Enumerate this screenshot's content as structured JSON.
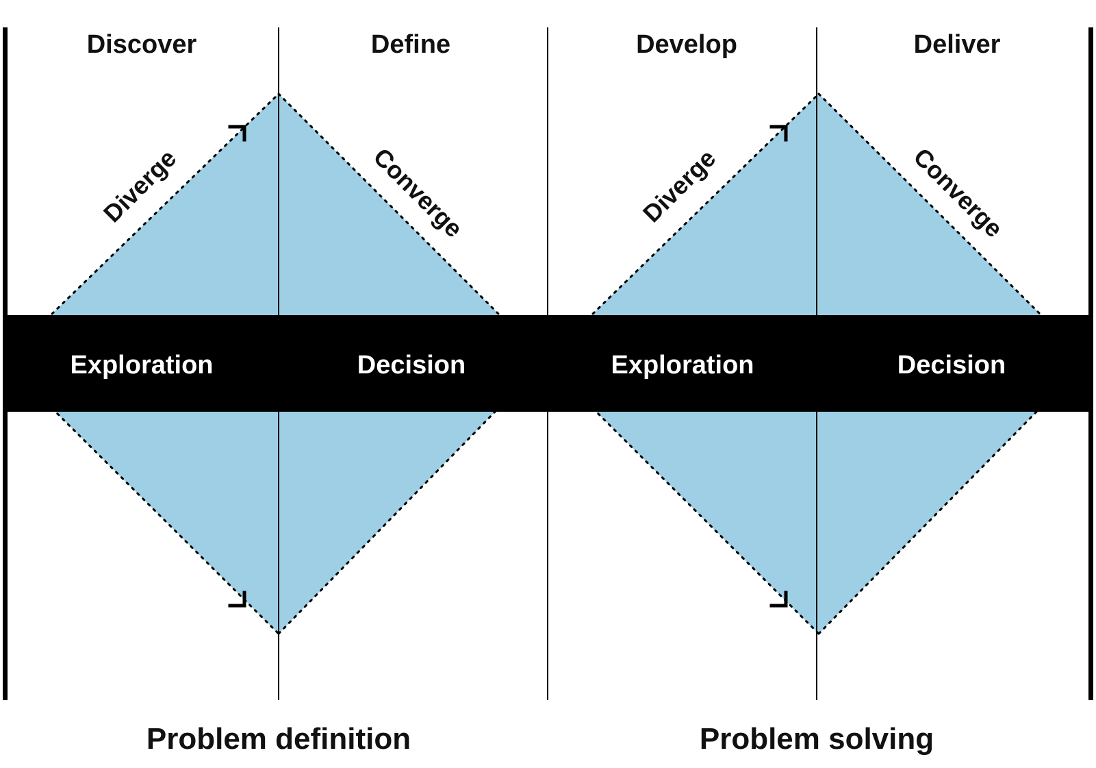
{
  "colors": {
    "diamond_fill": "#9ecfe4",
    "band": "#000000",
    "lines": "#000000",
    "band_text": "#ffffff",
    "text": "#111111"
  },
  "phases": {
    "discover": "Discover",
    "define": "Define",
    "develop": "Develop",
    "deliver": "Deliver"
  },
  "diamonds": [
    {
      "diverge": "Diverge",
      "converge": "Converge",
      "exploration": "Exploration",
      "decision": "Decision",
      "section": "Problem definition"
    },
    {
      "diverge": "Diverge",
      "converge": "Converge",
      "exploration": "Exploration",
      "decision": "Decision",
      "section": "Problem solving"
    }
  ]
}
